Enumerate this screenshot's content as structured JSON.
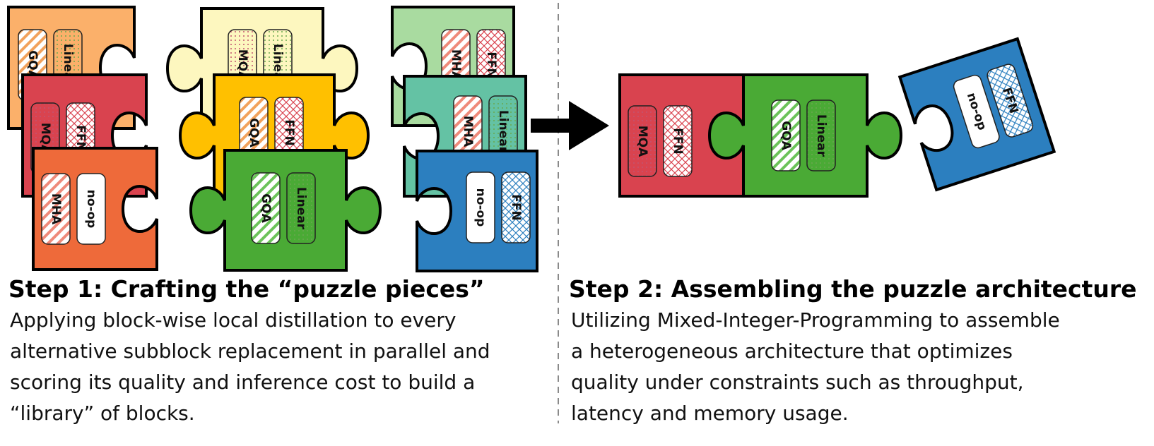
{
  "step1": {
    "heading": "Step 1: Crafting the “puzzle pieces”",
    "lines": [
      "Applying block-wise local distillation to every",
      "alternative subblock replacement in parallel and",
      "scoring its quality and inference cost to build a",
      "“library” of blocks."
    ]
  },
  "step2": {
    "heading": "Step 2: Assembling the puzzle architecture",
    "lines": [
      "Utilizing Mixed-Integer-Programming to assemble",
      "a heterogeneous architecture that optimizes",
      "quality under constraints such as throughput,",
      "latency and memory usage."
    ]
  },
  "colors": {
    "orange_light": "#fbb06a",
    "red": "#d9434f",
    "orange": "#ee6a3a",
    "yellow_light": "#fdf7bf",
    "yellow": "#ffc000",
    "green": "#4aaa35",
    "green_light": "#a9dba0",
    "teal": "#64c2a4",
    "blue": "#2c7fbf"
  },
  "pieces": {
    "col1": [
      {
        "color": "orange_light",
        "slots": [
          "GQA",
          "Linear"
        ]
      },
      {
        "color": "red",
        "slots": [
          "MQA",
          "FFN"
        ]
      },
      {
        "color": "orange",
        "slots": [
          "MHA",
          "no-op"
        ]
      }
    ],
    "col2": [
      {
        "color": "yellow_light",
        "slots": [
          "MQA",
          "Linear"
        ]
      },
      {
        "color": "yellow",
        "slots": [
          "GQA",
          "FFN"
        ]
      },
      {
        "color": "green",
        "slots": [
          "GQA",
          "Linear"
        ]
      }
    ],
    "col3": [
      {
        "color": "green_light",
        "slots": [
          "MHA",
          "FFN"
        ]
      },
      {
        "color": "teal",
        "slots": [
          "MHA",
          "Linear"
        ]
      },
      {
        "color": "blue",
        "slots": [
          "no-op",
          "FFN"
        ]
      }
    ],
    "assembled": [
      {
        "color": "red",
        "slots": [
          "MQA",
          "FFN"
        ]
      },
      {
        "color": "green",
        "slots": [
          "GQA",
          "Linear"
        ]
      },
      {
        "color": "blue",
        "slots": [
          "no-op",
          "FFN"
        ]
      }
    ]
  }
}
